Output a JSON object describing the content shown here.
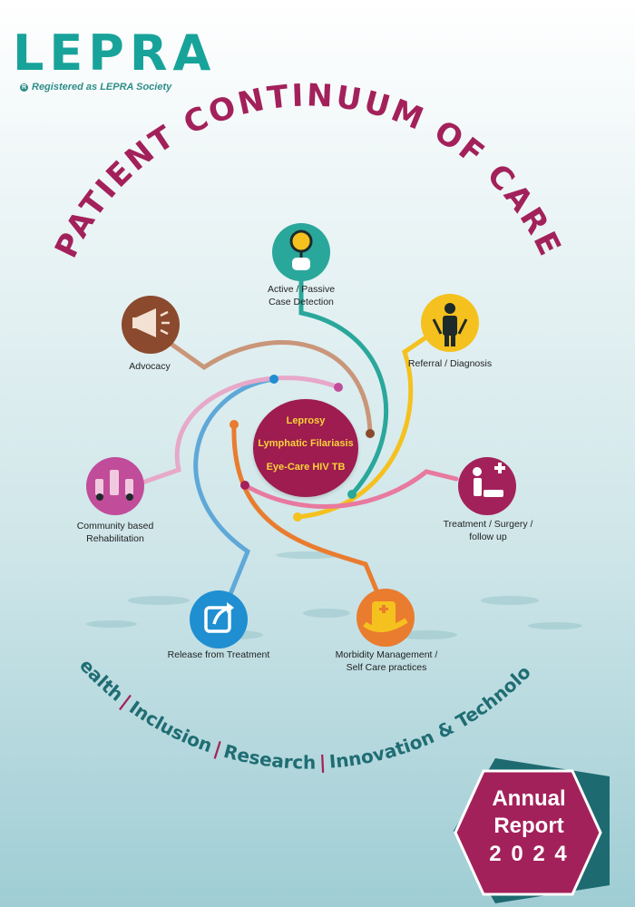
{
  "brand": {
    "logo_text": "LEPRA",
    "tagline": "Registered as LEPRA Society",
    "reg_mark": "R"
  },
  "title": "PATIENT CONTINUUM OF CARE",
  "core": {
    "line1": "Leprosy",
    "line2": "Lymphatic Filariasis",
    "line3": "Eye-Care  HIV  TB"
  },
  "stages": {
    "detection": {
      "line1": "Active / Passive",
      "line2": "Case Detection",
      "icon": "magnifier-hand-icon",
      "color": "#2aa79b"
    },
    "referral": {
      "line1": "Referral / Diagnosis",
      "icon": "body-scan-icon",
      "color": "#f5c11e"
    },
    "treatment": {
      "line1": "Treatment / Surgery /",
      "line2": "follow up",
      "icon": "doctor-patient-icon",
      "color": "#a3215a"
    },
    "morbidity": {
      "line1": "Morbidity Management /",
      "line2": "Self Care practices",
      "icon": "caring-hands-icon",
      "color": "#e97c2f"
    },
    "release": {
      "line1": "Release from Treatment",
      "icon": "share-arrow-icon",
      "color": "#1f8fd1"
    },
    "cbr": {
      "line1": "Community based",
      "line2": "Rehabilitation",
      "icon": "community-icon",
      "color": "#c14c9a"
    },
    "advocacy": {
      "line1": "Advocacy",
      "icon": "megaphone-icon",
      "color": "#8b4a2d"
    }
  },
  "pillars": [
    "Health",
    "Inclusion",
    "Research",
    "Innovation & Technology"
  ],
  "pillar_separator": "|",
  "report": {
    "line1": "Annual",
    "line2": "Report",
    "line3": "2 0 2 4"
  },
  "colors": {
    "teal": "#17a39a",
    "maroon": "#9e1c4f",
    "yellow": "#f7d23a",
    "dark_teal": "#1f6d73"
  }
}
